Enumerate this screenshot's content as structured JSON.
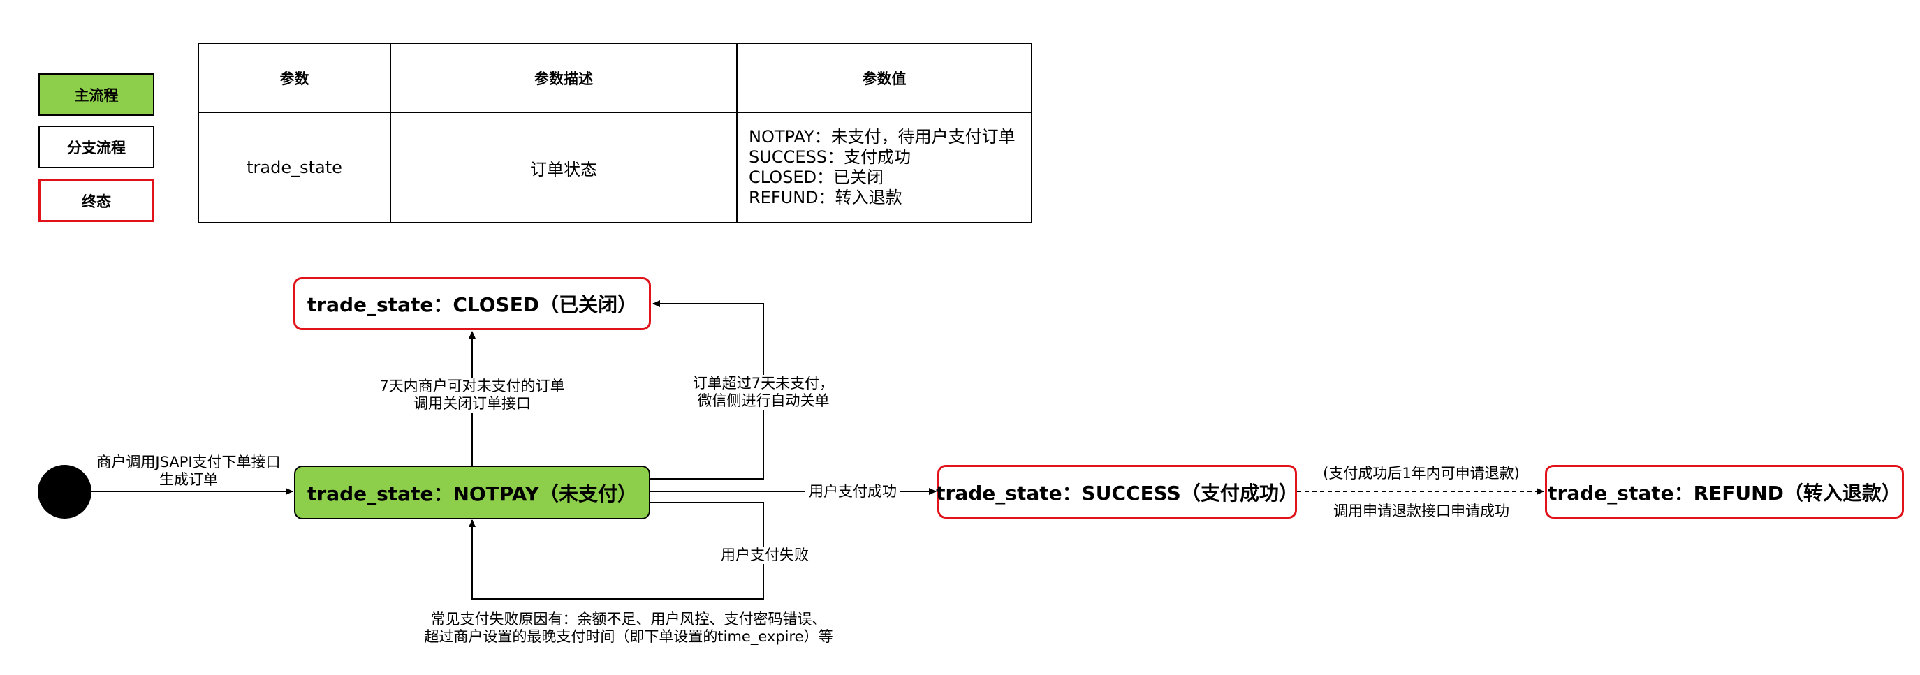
{
  "legend": {
    "main_flow": "主流程",
    "branch_flow": "分支流程",
    "final_state": "终态"
  },
  "table": {
    "headers": [
      "参数",
      "参数描述",
      "参数值"
    ],
    "row": {
      "param": "trade_state",
      "description": "订单状态",
      "values": [
        "NOTPAY：未支付，待用户支付订单",
        "SUCCESS：支付成功",
        "CLOSED：已关闭",
        "REFUND：转入退款"
      ]
    }
  },
  "nodes": {
    "closed": "trade_state：CLOSED（已关闭）",
    "notpay": "trade_state：NOTPAY（未支付）",
    "success": "trade_state：SUCCESS（支付成功）",
    "refund": "trade_state：REFUND（转入退款）"
  },
  "edges": {
    "start_to_notpay": [
      "商户调用JSAPI支付下单接口",
      "生成订单"
    ],
    "notpay_to_closed_manual": [
      "7天内商户可对未支付的订单",
      "调用关闭订单接口"
    ],
    "notpay_to_closed_auto": [
      "订单超过7天未支付，",
      "微信侧进行自动关单"
    ],
    "notpay_to_success": "用户支付成功",
    "notpay_fail_loop": "用户支付失败",
    "fail_reasons": [
      "常见支付失败原因有：余额不足、用户风控、支付密码错误、",
      "超过商户设置的最晚支付时间（即下单设置的time_expire）等"
    ],
    "success_to_refund_top": "(支付成功后1年内可申请退款)",
    "success_to_refund_bottom": "调用申请退款接口申请成功"
  },
  "colors": {
    "main_fill": "#8dcf4b",
    "final_border": "#e0131a",
    "line": "#000000"
  }
}
